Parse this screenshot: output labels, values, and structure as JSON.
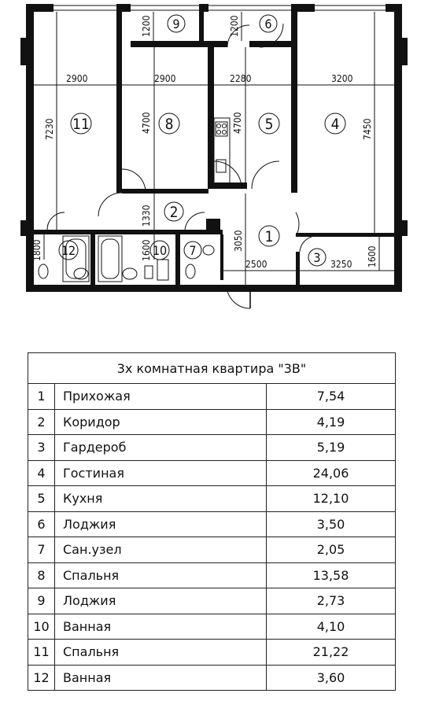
{
  "plan": {
    "dimensions": {
      "d_2900_a": "2900",
      "d_2900_b": "2900",
      "d_2280": "2280",
      "d_3200": "3200",
      "d_1200_a": "1200",
      "d_1200_b": "1200",
      "d_7230": "7230",
      "d_4700_a": "4700",
      "d_4700_b": "4700",
      "d_7450": "7450",
      "d_1330": "1330",
      "d_3050": "3050",
      "d_2500": "2500",
      "d_3250": "3250",
      "d_1600_a": "1600",
      "d_1800": "1800",
      "d_1600_b": "1600"
    },
    "room_numbers": [
      "1",
      "2",
      "3",
      "4",
      "5",
      "6",
      "7",
      "8",
      "9",
      "10",
      "11",
      "12"
    ]
  },
  "legend": {
    "title": "3х комнатная квартира \"3В\"",
    "rows": [
      {
        "num": "1",
        "name": "Прихожая",
        "area": "7,54"
      },
      {
        "num": "2",
        "name": "Коридор",
        "area": "4,19"
      },
      {
        "num": "3",
        "name": "Гардероб",
        "area": "5,19"
      },
      {
        "num": "4",
        "name": "Гостиная",
        "area": "24,06"
      },
      {
        "num": "5",
        "name": "Кухня",
        "area": "12,10"
      },
      {
        "num": "6",
        "name": "Лоджия",
        "area": "3,50"
      },
      {
        "num": "7",
        "name": "Сан.узел",
        "area": "2,05"
      },
      {
        "num": "8",
        "name": "Спальня",
        "area": "13,58"
      },
      {
        "num": "9",
        "name": "Лоджия",
        "area": "2,73"
      },
      {
        "num": "10",
        "name": "Ванная",
        "area": "4,10"
      },
      {
        "num": "11",
        "name": "Спальня",
        "area": "21,22"
      },
      {
        "num": "12",
        "name": "Ванная",
        "area": "3,60"
      }
    ]
  }
}
